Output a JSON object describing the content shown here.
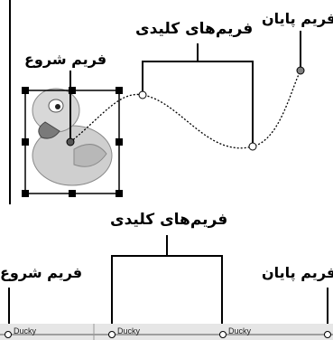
{
  "top_diagram": {
    "start_frame_label": "فریم شروع",
    "keyframes_label": "فریم‌های کلیدی",
    "end_frame_label": "فریم پایان"
  },
  "timeline": {
    "keyframes_label": "فریم‌های کلیدی",
    "start_frame_label": "فریم شروع",
    "end_frame_label": "فریم پایان",
    "frame_names": [
      "Ducky",
      "Ducky",
      "Ducky"
    ]
  },
  "colors": {
    "background": "#ffffff",
    "line": "#000000",
    "end_point": "#808080",
    "timeline_bar": "#e6e6e6"
  }
}
